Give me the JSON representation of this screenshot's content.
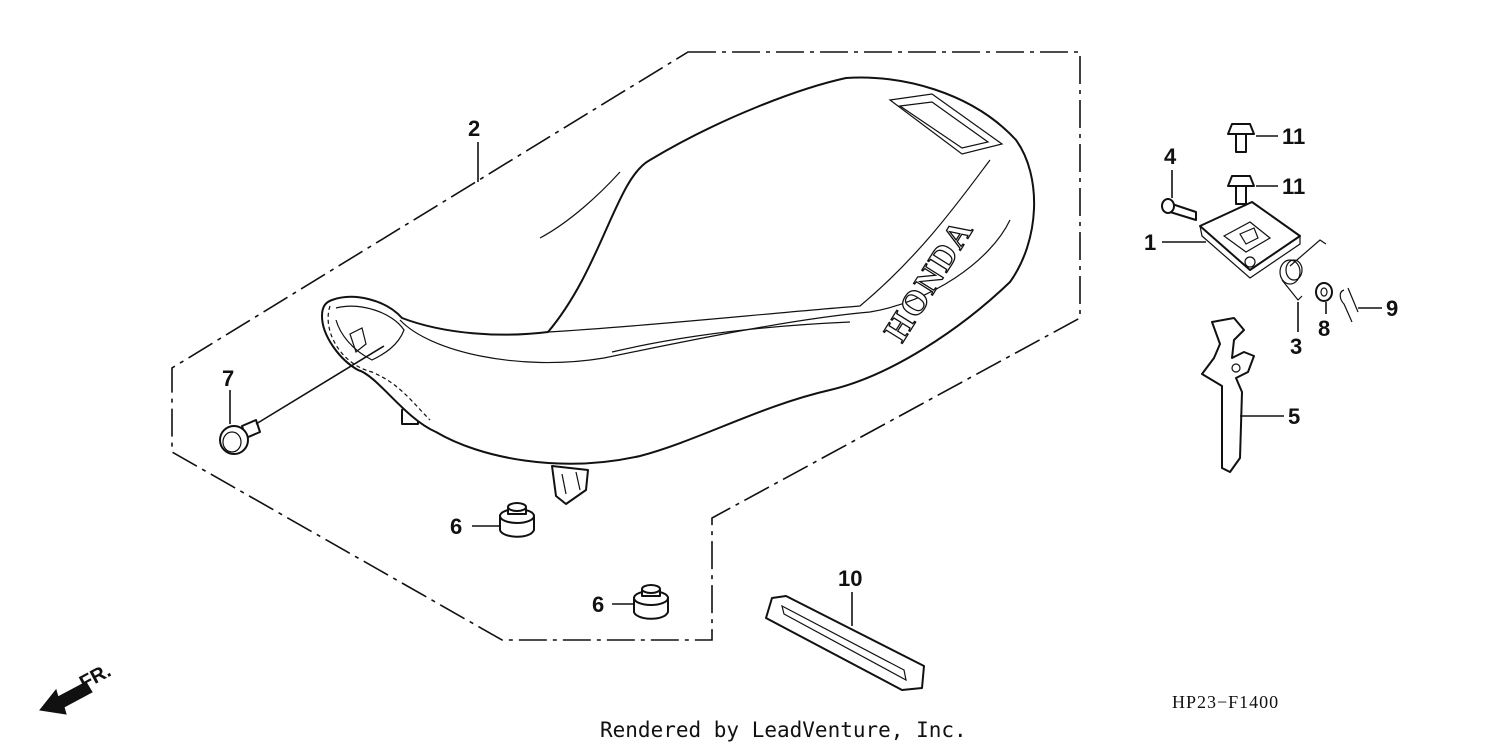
{
  "diagram_code": "HP23−F1400",
  "footer_text": "Rendered by LeadVenture, Inc.",
  "direction_label": "FR.",
  "seat_logo": "HONDA",
  "callouts": {
    "c1": "1",
    "c2": "2",
    "c3": "3",
    "c4": "4",
    "c5": "5",
    "c6a": "6",
    "c6b": "6",
    "c7": "7",
    "c8": "8",
    "c9": "9",
    "c10": "10",
    "c11a": "11",
    "c11b": "11"
  }
}
